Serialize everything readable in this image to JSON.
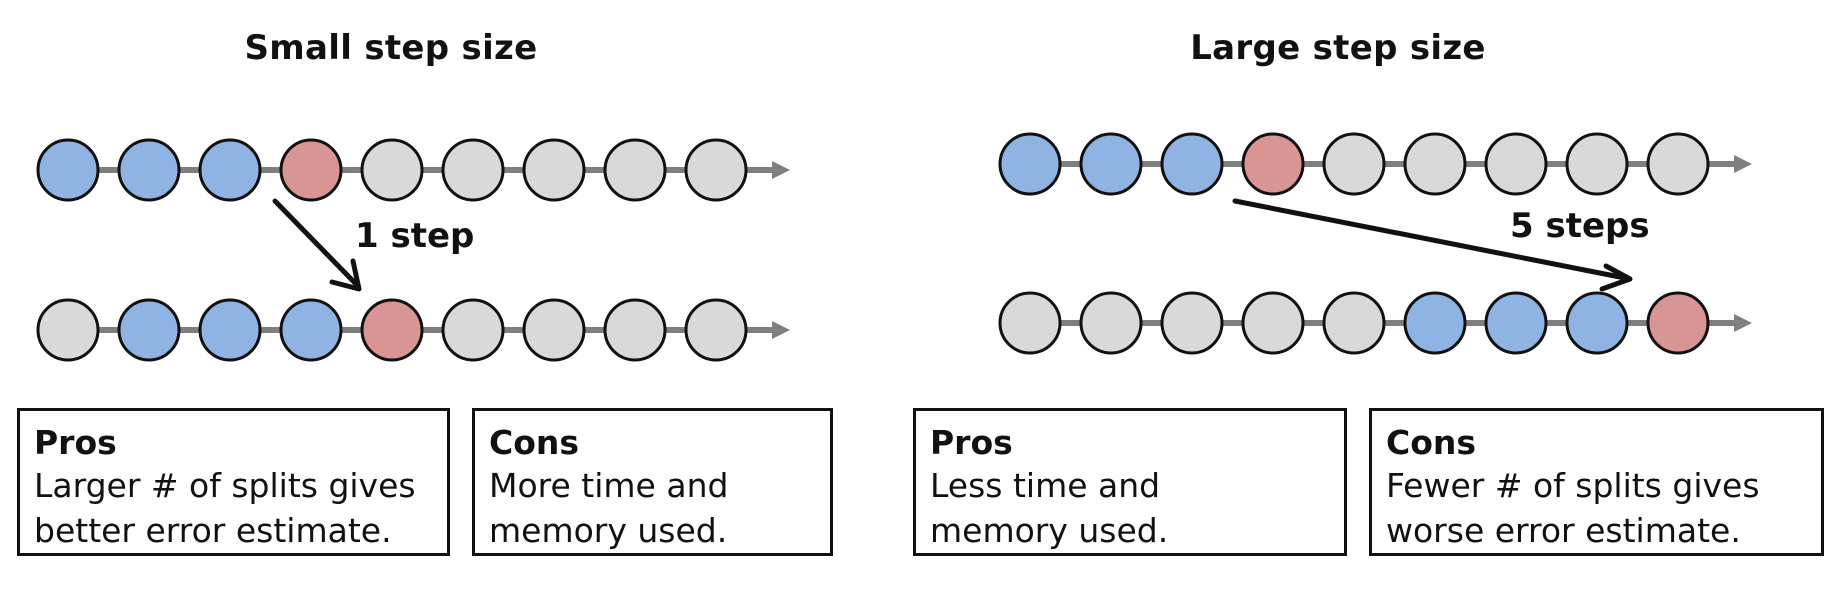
{
  "left_panel": {
    "title": "Small step size",
    "step_label": "1 step",
    "row_top": [
      "blue",
      "blue",
      "blue",
      "red",
      "grey",
      "grey",
      "grey",
      "grey",
      "grey"
    ],
    "row_bottom": [
      "grey",
      "blue",
      "blue",
      "blue",
      "red",
      "grey",
      "grey",
      "grey",
      "grey"
    ],
    "pros": {
      "title": "Pros",
      "lines": [
        "Larger # of splits gives",
        "better error estimate."
      ]
    },
    "cons": {
      "title": "Cons",
      "lines": [
        "More time and",
        "memory used."
      ]
    }
  },
  "right_panel": {
    "title": "Large step size",
    "step_label": "5 steps",
    "row_top": [
      "blue",
      "blue",
      "blue",
      "red",
      "grey",
      "grey",
      "grey",
      "grey",
      "grey"
    ],
    "row_bottom": [
      "grey",
      "grey",
      "grey",
      "grey",
      "grey",
      "blue",
      "blue",
      "blue",
      "red"
    ],
    "pros": {
      "title": "Pros",
      "lines": [
        "Less time and",
        "memory used."
      ]
    },
    "cons": {
      "title": "Cons",
      "lines": [
        "Fewer # of splits gives",
        "worse error estimate."
      ]
    }
  },
  "colors": {
    "blue": "#8fb3e3",
    "red": "#d99494",
    "grey": "#d9d9d9",
    "track": "#7f7f7f",
    "outline": "#111111"
  }
}
